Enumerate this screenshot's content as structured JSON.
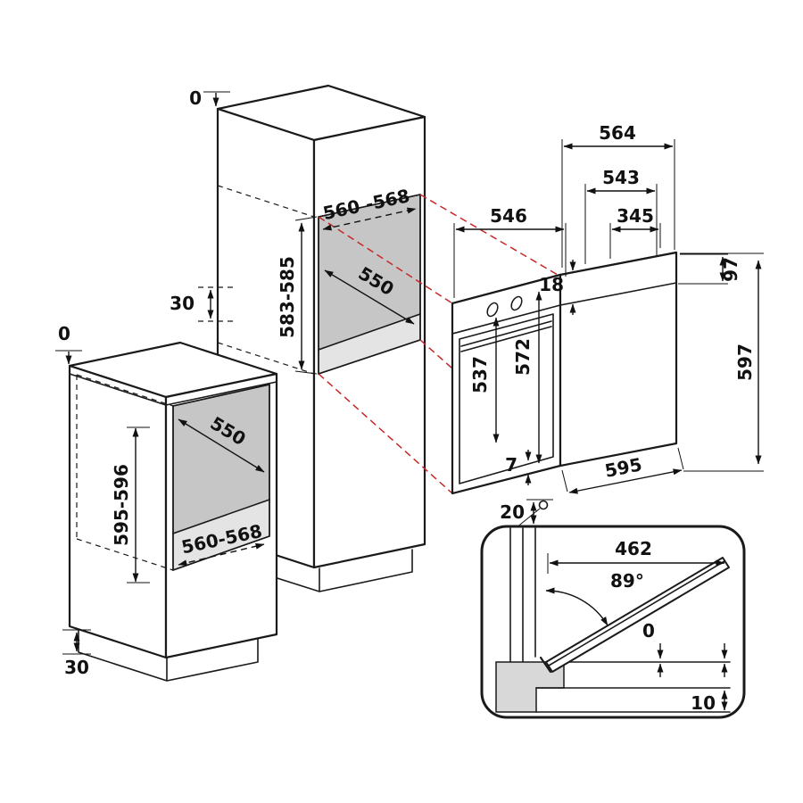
{
  "colors": {
    "line": "#1a1a1a",
    "projection_line": "#c62828",
    "niche_back_fill": "#c6c6c6",
    "niche_floor_fill": "#e4e4e4",
    "detail_shade_fill": "#d8d8d8",
    "background": "#ffffff"
  },
  "tall_cabinet": {
    "top_clearance": "0",
    "rear_clearance": "30",
    "opening_width": "560 -568",
    "opening_height": "583-585",
    "opening_depth": "550"
  },
  "base_cabinet": {
    "top_clearance": "0",
    "opening_depth": "550",
    "opening_height": "595-596",
    "opening_width": "560-568",
    "plinth_height": "30"
  },
  "oven": {
    "overall_width": "564",
    "body_width": "543",
    "body_depth": "546",
    "front_depth": "345",
    "panel_height": "18",
    "side_panel_height": "97",
    "front_height": "537",
    "body_height": "572",
    "overall_height": "597",
    "bottom_gap": "7",
    "bottom_width": "595",
    "hinge_offset": "20"
  },
  "door_detail": {
    "door_width": "462",
    "opening_angle": "89°",
    "zero_clearance": "0",
    "bottom_clearance": "10"
  }
}
